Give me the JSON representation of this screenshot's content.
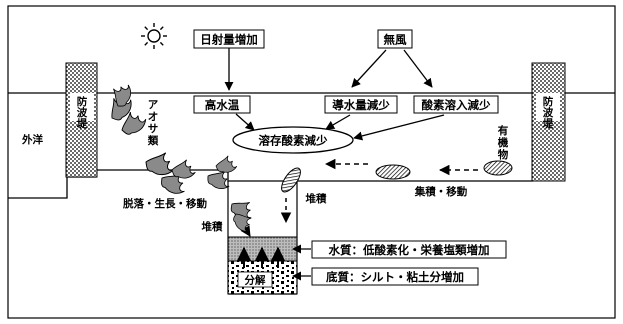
{
  "labels": {
    "breakwater_left": "防波堤",
    "breakwater_right": "防波堤",
    "open_sea": "外洋",
    "sea_lettuce": "アオサ類",
    "solar_radiation_increase": "日射量増加",
    "no_wind": "無風",
    "high_water_temp": "高水温",
    "water_conduction_decrease": "導水量減少",
    "oxygen_dissolution_decrease": "酸素溶入減少",
    "dissolved_oxygen_decrease": "溶存酸素減少",
    "organic_matter": "有機物",
    "accumulation_movement": "集積・移動",
    "detach_growth_move": "脱落・生長・移動",
    "deposition_1": "堆積",
    "deposition_2": "堆積",
    "water_quality": "水質：低酸素化・栄養塩類増加",
    "sediment_quality": "底質：シルト・粘土分増加",
    "decomposition": "分解"
  },
  "icons": {
    "sun": "sun-icon",
    "seaweed": "seaweed-icon",
    "organic_blob": "organic-particle-icon"
  },
  "colors": {
    "ink": "#000000",
    "paper": "#ffffff",
    "hatch_gray": "#8a8a8a"
  }
}
